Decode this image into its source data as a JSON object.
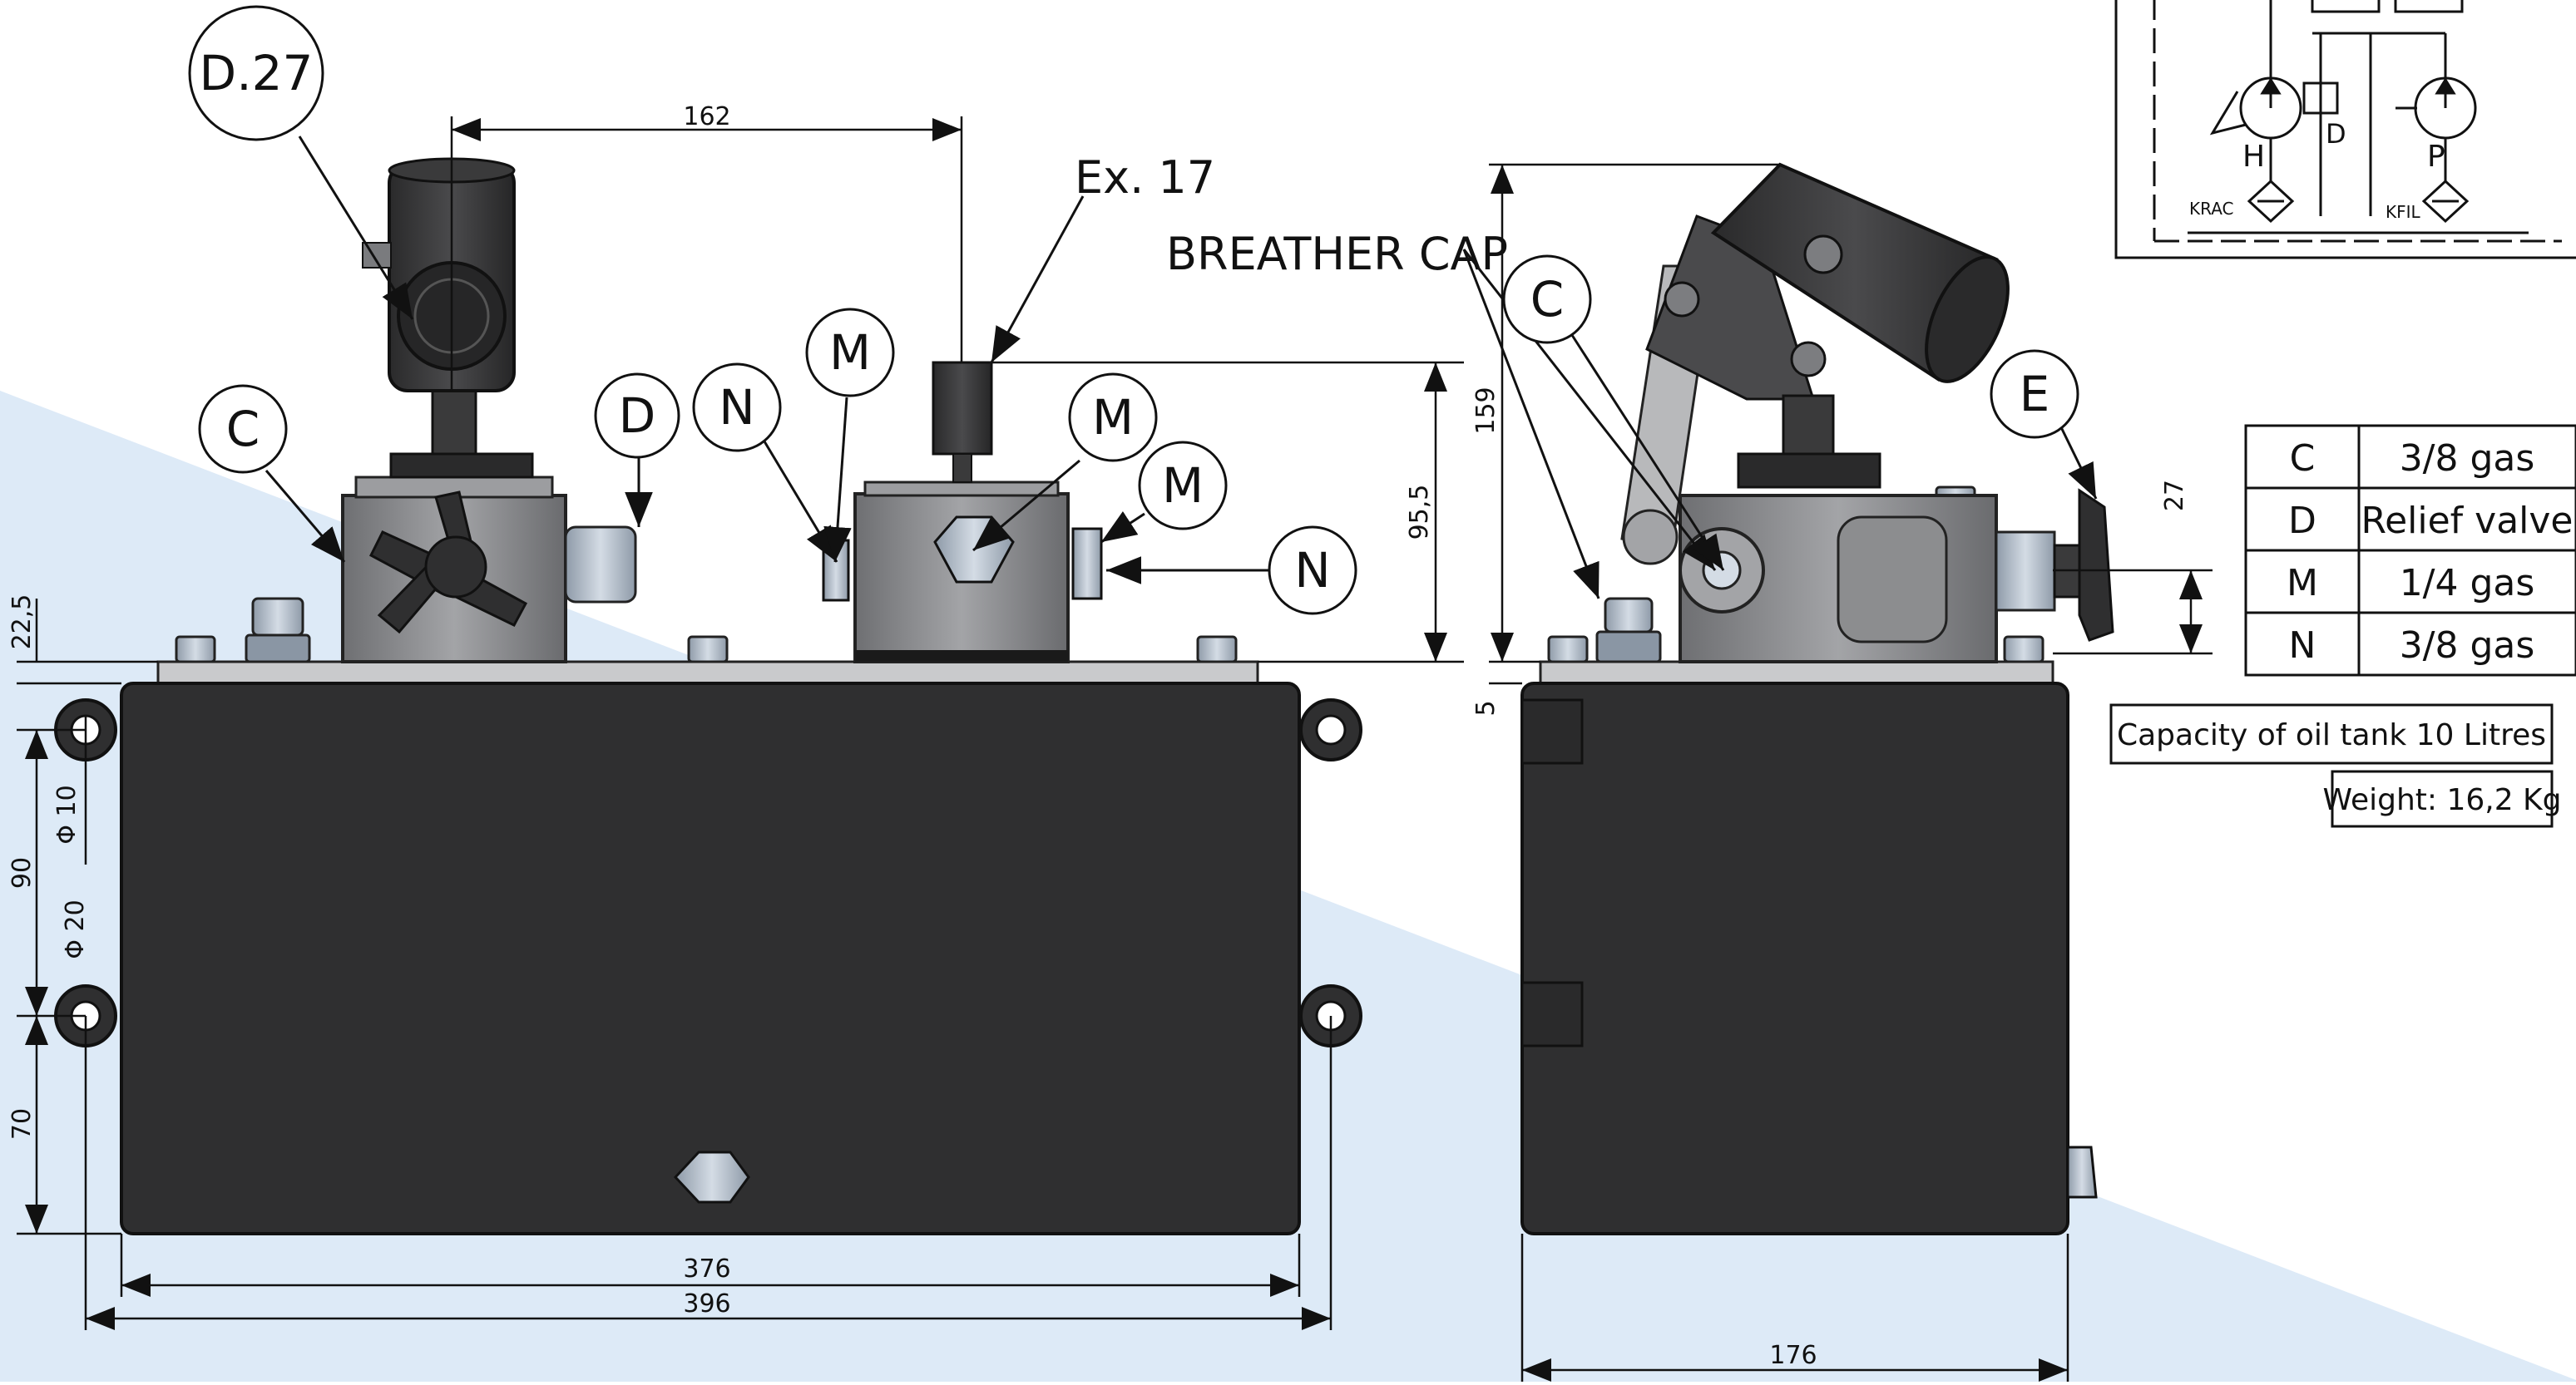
{
  "dimensions": {
    "d162": "162",
    "d95_5": "95,5",
    "d22_5": "22,5",
    "d10": "Φ 10",
    "d20": "Φ 20",
    "d90": "90",
    "d70": "70",
    "d376": "376",
    "d396": "396",
    "d159": "159",
    "d5": "5",
    "d27": "27",
    "d176": "176"
  },
  "labels": {
    "d27_bubble": "D.27",
    "ex17": "Ex. 17",
    "breather_cap": "BREATHER CAP",
    "c_front": "C",
    "d_front": "D",
    "n_left": "N",
    "m_top": "M",
    "m_mid": "M",
    "m_right": "M",
    "n_right": "N",
    "c_side": "C",
    "e_side": "E"
  },
  "ports_table": [
    {
      "code": "C",
      "desc": "3/8 gas"
    },
    {
      "code": "D",
      "desc": "Relief valve"
    },
    {
      "code": "M",
      "desc": "1/4 gas"
    },
    {
      "code": "N",
      "desc": "3/8 gas"
    }
  ],
  "capacity": "Capacity of oil tank 10 Litres",
  "weight": "Weight: 16,2 Kg",
  "schematic": {
    "h": "H",
    "d": "D",
    "p": "P",
    "krac": "KRAC",
    "kfil": "KFIL"
  },
  "colors": {
    "tank": "#2f2f30",
    "metal": "#8c8d8f",
    "background_band": "#ddeaf7",
    "bolt": "#aeb9c6"
  }
}
